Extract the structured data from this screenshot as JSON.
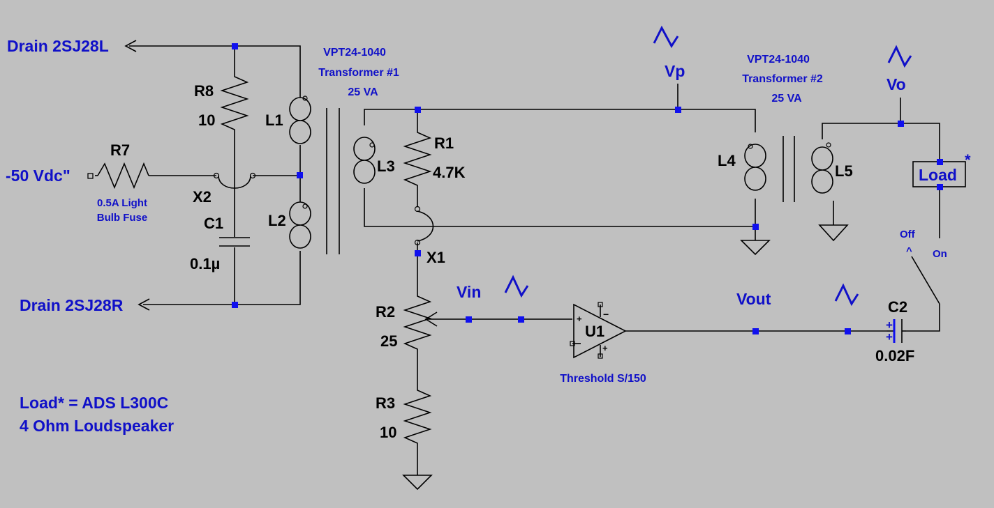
{
  "nets": {
    "drain_left": "Drain 2SJ28L",
    "drain_right": "Drain 2SJ28R",
    "supply": "-50 Vdc\"",
    "vp": "Vp",
    "vo": "Vo",
    "vin": "Vin",
    "vout": "Vout"
  },
  "transformers": [
    {
      "part": "VPT24-1040",
      "name": "Transformer #1",
      "rating": "25 VA"
    },
    {
      "part": "VPT24-1040",
      "name": "Transformer #2",
      "rating": "25 VA"
    }
  ],
  "components": {
    "r8": {
      "ref": "R8",
      "value": "10"
    },
    "r7": {
      "ref": "R7",
      "note1": "0.5A Light",
      "note2": "Bulb Fuse"
    },
    "c1": {
      "ref": "C1",
      "value": "0.1µ"
    },
    "r1": {
      "ref": "R1",
      "value": "4.7K"
    },
    "r2": {
      "ref": "R2",
      "value": "25"
    },
    "r3": {
      "ref": "R3",
      "value": "10"
    },
    "c2": {
      "ref": "C2",
      "value": "0.02F"
    },
    "l1": "L1",
    "l2": "L2",
    "l3": "L3",
    "l4": "L4",
    "l5": "L5",
    "x1": "X1",
    "x2": "X2",
    "u1": {
      "ref": "U1",
      "desc": "Threshold S/150"
    },
    "load": {
      "ref": "Load",
      "star": "*"
    }
  },
  "switch": {
    "off": "Off",
    "caret": "^",
    "on": "On"
  },
  "opamp_pins": {
    "plus": "+",
    "minus": "−"
  },
  "c2_polarity": "+",
  "notes": {
    "line1": "Load* = ADS L300C",
    "line2": "4 Ohm Loudspeaker"
  },
  "colors": {
    "background": "#c0c0c0",
    "wire": "#000000",
    "label": "#1010c8",
    "junction": "#1010ee"
  }
}
